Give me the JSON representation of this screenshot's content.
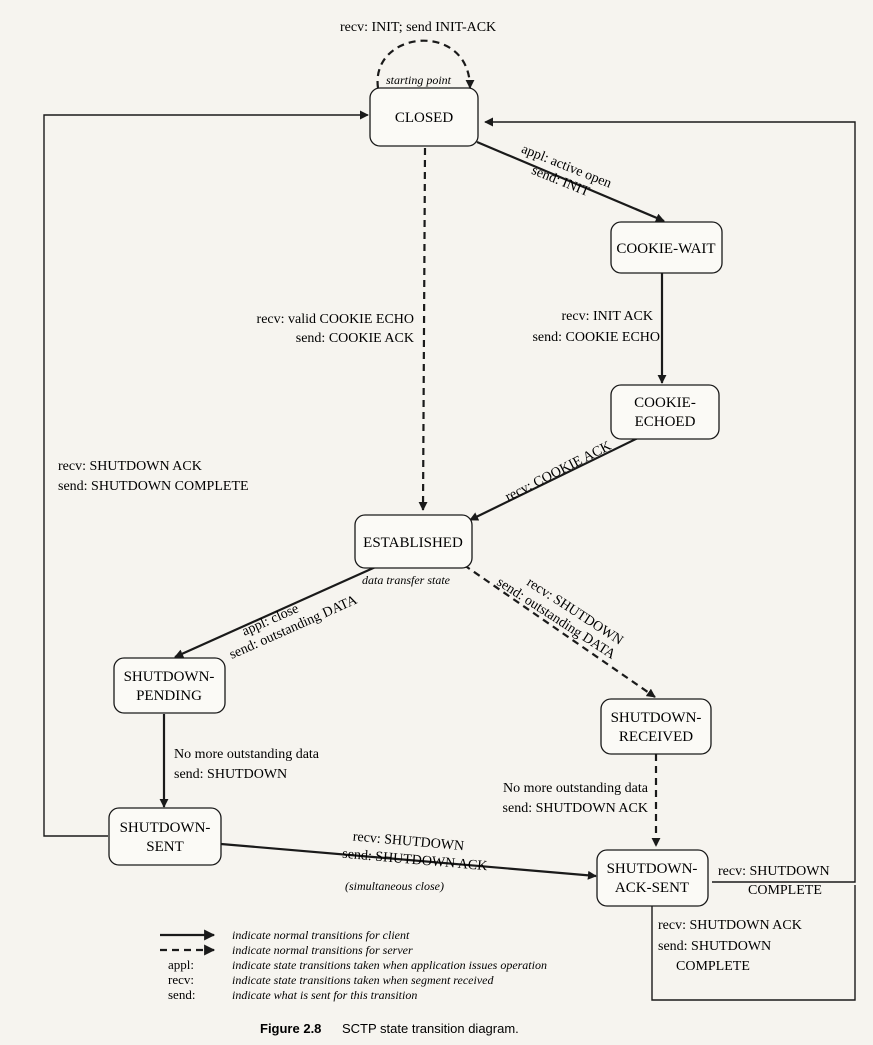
{
  "states": {
    "closed": "CLOSED",
    "cookie_wait": "COOKIE-WAIT",
    "cookie_echoed": [
      "COOKIE-",
      "ECHOED"
    ],
    "established": "ESTABLISHED",
    "shutdown_pending": [
      "SHUTDOWN-",
      "PENDING"
    ],
    "shutdown_received": [
      "SHUTDOWN-",
      "RECEIVED"
    ],
    "shutdown_sent": [
      "SHUTDOWN-",
      "SENT"
    ],
    "shutdown_ack_sent": [
      "SHUTDOWN-",
      "ACK-SENT"
    ]
  },
  "annotations": {
    "starting_point": "starting point",
    "data_transfer_state": "data transfer state",
    "simultaneous_close": "(simultaneous close)"
  },
  "transitions": {
    "init_loop": "recv: INIT; send INIT-ACK",
    "active_open": [
      "appl: active open",
      "send: INIT"
    ],
    "init_ack": [
      "recv: INIT ACK",
      "send: COOKIE ECHO"
    ],
    "valid_cookie": [
      "recv: valid COOKIE ECHO",
      "send: COOKIE ACK"
    ],
    "cookie_ack": "recv: COOKIE ACK",
    "shutdown_ack_left": [
      "recv: SHUTDOWN ACK",
      "send: SHUTDOWN COMPLETE"
    ],
    "appl_close": [
      "appl: close",
      "send: outstanding DATA"
    ],
    "recv_shutdown_mid": [
      "recv: SHUTDOWN",
      "send: outstanding DATA"
    ],
    "no_more_left": [
      "No more outstanding data",
      "send: SHUTDOWN"
    ],
    "no_more_right": [
      "No more outstanding data",
      "send: SHUTDOWN ACK"
    ],
    "simultaneous": [
      "recv: SHUTDOWN",
      "send: SHUTDOWN ACK"
    ],
    "shutdown_complete_right": [
      "recv: SHUTDOWN",
      "COMPLETE"
    ],
    "shutdown_ack_bottom": [
      "recv: SHUTDOWN ACK",
      "send: SHUTDOWN",
      "COMPLETE"
    ]
  },
  "legend": {
    "solid": "indicate normal transitions for client",
    "dashed": "indicate normal transitions for server",
    "appl_key": "appl:",
    "appl": "indicate state transitions taken when application issues operation",
    "recv_key": "recv:",
    "recv": "indicate state transitions taken when segment received",
    "send_key": "send:",
    "send": "indicate what is sent for this transition"
  },
  "caption": {
    "figure": "Figure 2.8",
    "title": "SCTP state transition diagram."
  }
}
